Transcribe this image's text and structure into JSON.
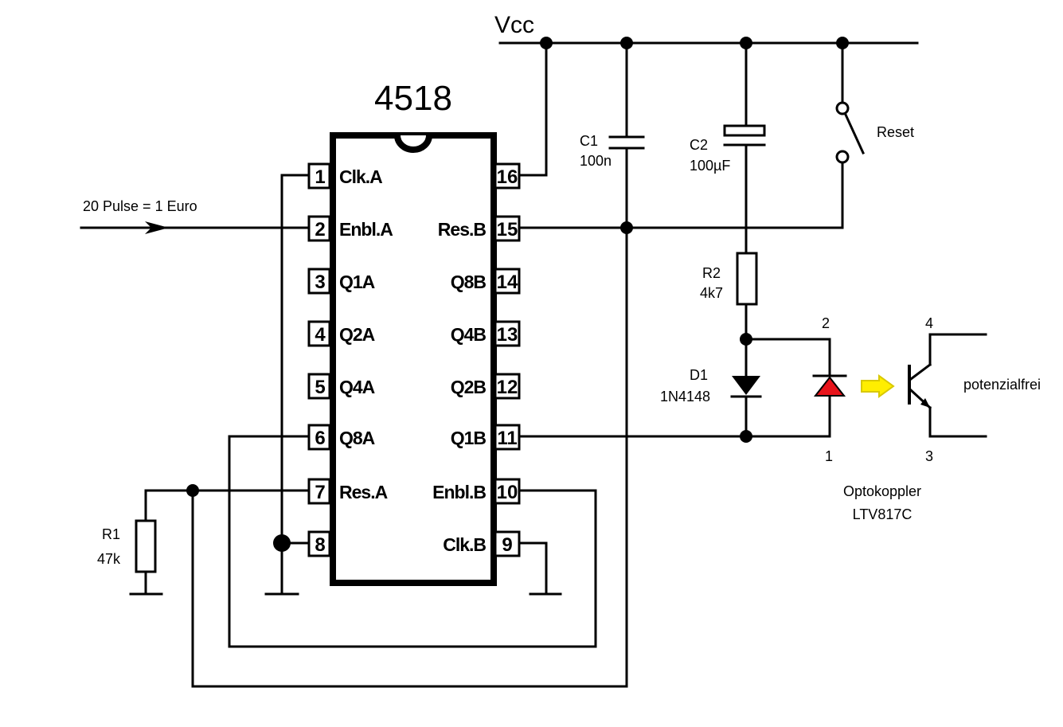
{
  "chip": {
    "title": "4518",
    "pins_left": [
      {
        "num": "1",
        "name": "Clk.A"
      },
      {
        "num": "2",
        "name": "Enbl.A"
      },
      {
        "num": "3",
        "name": "Q1A"
      },
      {
        "num": "4",
        "name": "Q2A"
      },
      {
        "num": "5",
        "name": "Q4A"
      },
      {
        "num": "6",
        "name": "Q8A"
      },
      {
        "num": "7",
        "name": "Res.A"
      },
      {
        "num": "8",
        "name": ""
      }
    ],
    "pins_right": [
      {
        "num": "16",
        "name": ""
      },
      {
        "num": "15",
        "name": "Res.B"
      },
      {
        "num": "14",
        "name": "Q8B"
      },
      {
        "num": "13",
        "name": "Q4B"
      },
      {
        "num": "12",
        "name": "Q2B"
      },
      {
        "num": "11",
        "name": "Q1B"
      },
      {
        "num": "10",
        "name": "Enbl.B"
      },
      {
        "num": "9",
        "name": "Clk.B"
      }
    ]
  },
  "supply": {
    "label": "Vcc"
  },
  "input": {
    "label": "20 Pulse = 1 Euro"
  },
  "components": {
    "c1": {
      "ref": "C1",
      "value": "100n"
    },
    "c2": {
      "ref": "C2",
      "value": "100µF"
    },
    "r1": {
      "ref": "R1",
      "value": "47k"
    },
    "r2": {
      "ref": "R2",
      "value": "4k7"
    },
    "d1": {
      "ref": "D1",
      "value": "1N4148"
    },
    "reset": {
      "label": "Reset"
    }
  },
  "optocoupler": {
    "name": "Optokoppler",
    "part": "LTV817C",
    "pin1": "1",
    "pin2": "2",
    "pin3": "3",
    "pin4": "4",
    "output_label": "potenzialfrei"
  },
  "colors": {
    "led": "#e8141b",
    "arrow_fill": "#ffee00",
    "arrow_stroke": "#d8c800"
  }
}
